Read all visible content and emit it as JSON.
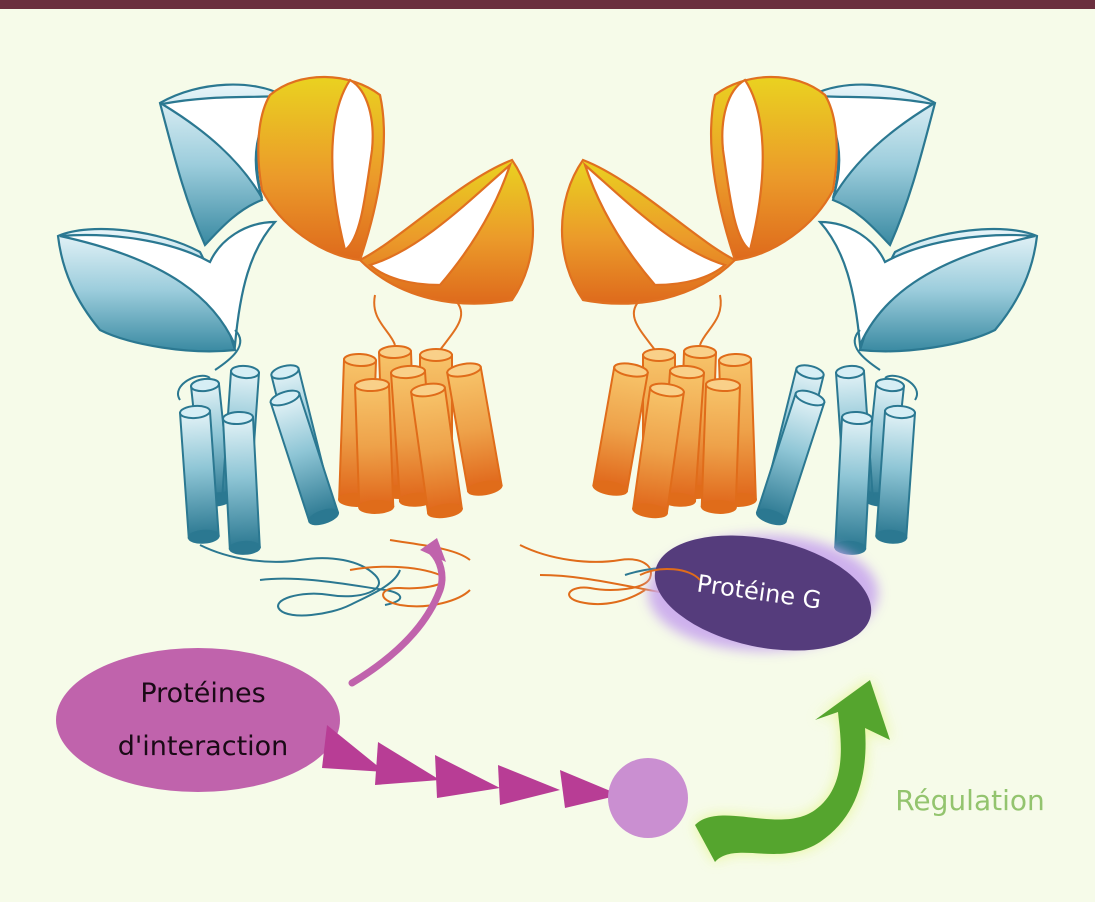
{
  "labels": {
    "g_protein": "Protéine G",
    "interaction_line1": "Protéines",
    "interaction_line2": "d'interaction",
    "regulation": "Régulation"
  },
  "colors": {
    "background": "#f6fbe9",
    "top_bar": "#6b2f3e",
    "orange_light": "#f5b757",
    "orange_dark": "#e06c1a",
    "gold": "#e9c71f",
    "blue_light": "#d9eef4",
    "blue_dark": "#2b7891",
    "g_protein": "#553c7c",
    "g_protein_glow": "#c9a8ee",
    "interaction": "#c063ac",
    "signal_arrows": "#b83d95",
    "messenger": "#ca8fd1",
    "regulation_arrow": "#55a52e",
    "regulation_glow": "#e6f590",
    "regulation_text": "#93c46e"
  }
}
